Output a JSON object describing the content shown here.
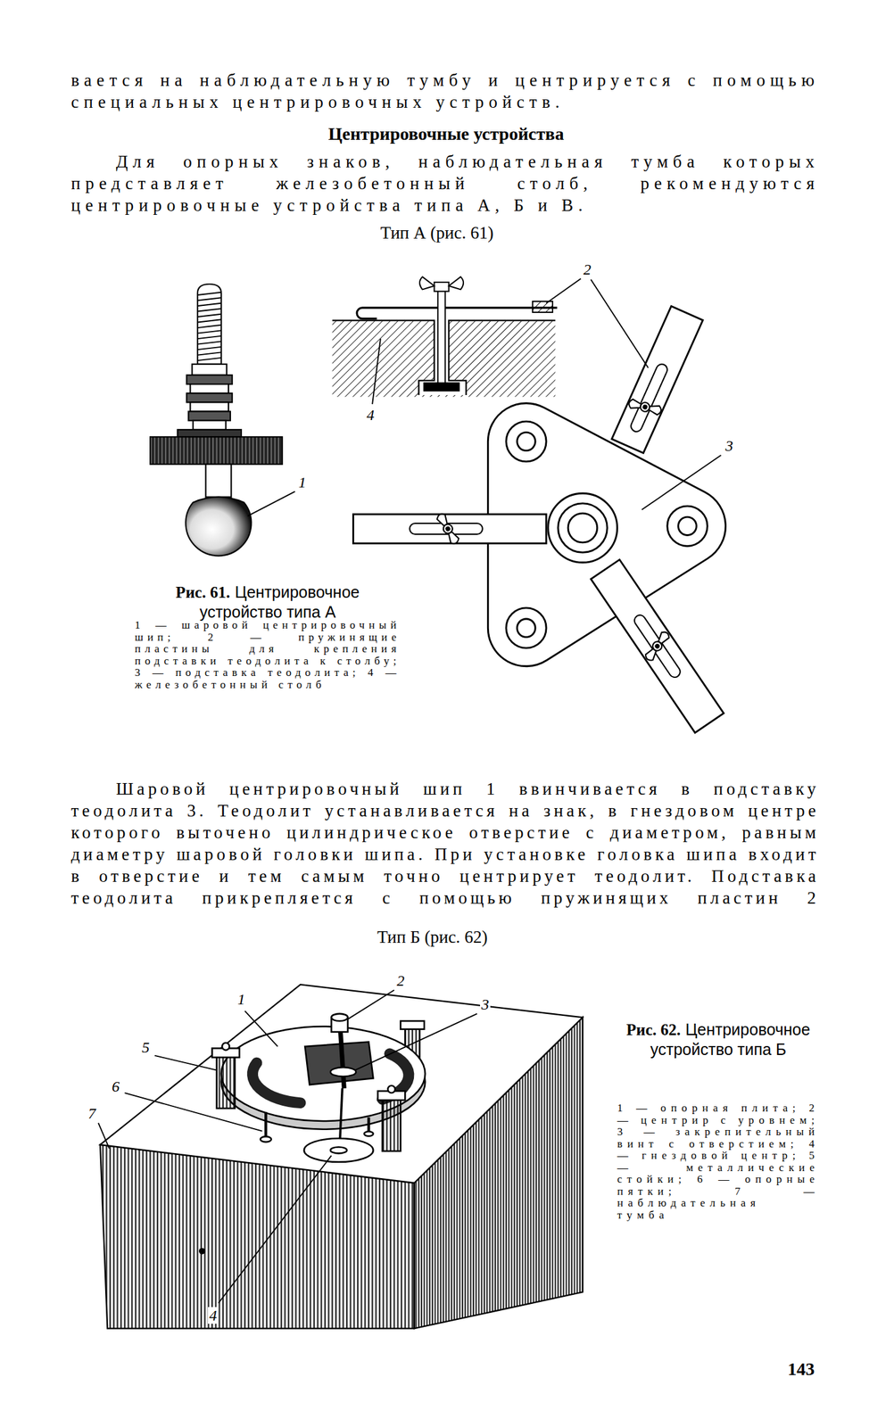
{
  "diagram": {
    "title": "Центрировочные устройства",
    "labels": [
      "вается на наблюдательную тумбу и центрируется с помощью специальных центрировочных устройств.",
      "Для опорных знаков, наблюдательная тумба которых представляет железобетонный столб, рекомендуются центрировочные устройства типа А, Б и В.",
      "Тип А (рис. 61)",
      "2",
      "4",
      "3",
      "1",
      "Рис. 61.",
      "Центрировочное устройство типа А",
      "1 — шаровой центрировочный шип; 2 — пружинящие пластины для крепления подставки теодолита к столбу; 3 — подставка теодолита; 4 — железобетонный столб",
      "Шаровой центрировочный шип 1 ввинчивается в подставку теодолита 3. Теодолит устанавливается на знак, в гнездовом центре которого выточено цилиндрическое отверстие с диаметром, равным диаметру шаровой головки шипа. При установке головка шипа входит в отверстие и тем самым точно центрирует теодолит. Подставка теодолита прикрепляется с помощью пружинящих пластин 2",
      "Тип Б (рис. 62)",
      "1",
      "2",
      "3",
      "5",
      "6",
      "7",
      "4",
      "Рис. 62.",
      "Центрировочное устройство типа Б",
      "1 — опорная плита; 2 — центрир с уровнем; 3 — закрепительный винт с отверстием; 4 — гнездовой центр; 5 — металлические стойки; 6 — опорные пятки; 7 — наблюдательная тумба",
      "143"
    ]
  }
}
